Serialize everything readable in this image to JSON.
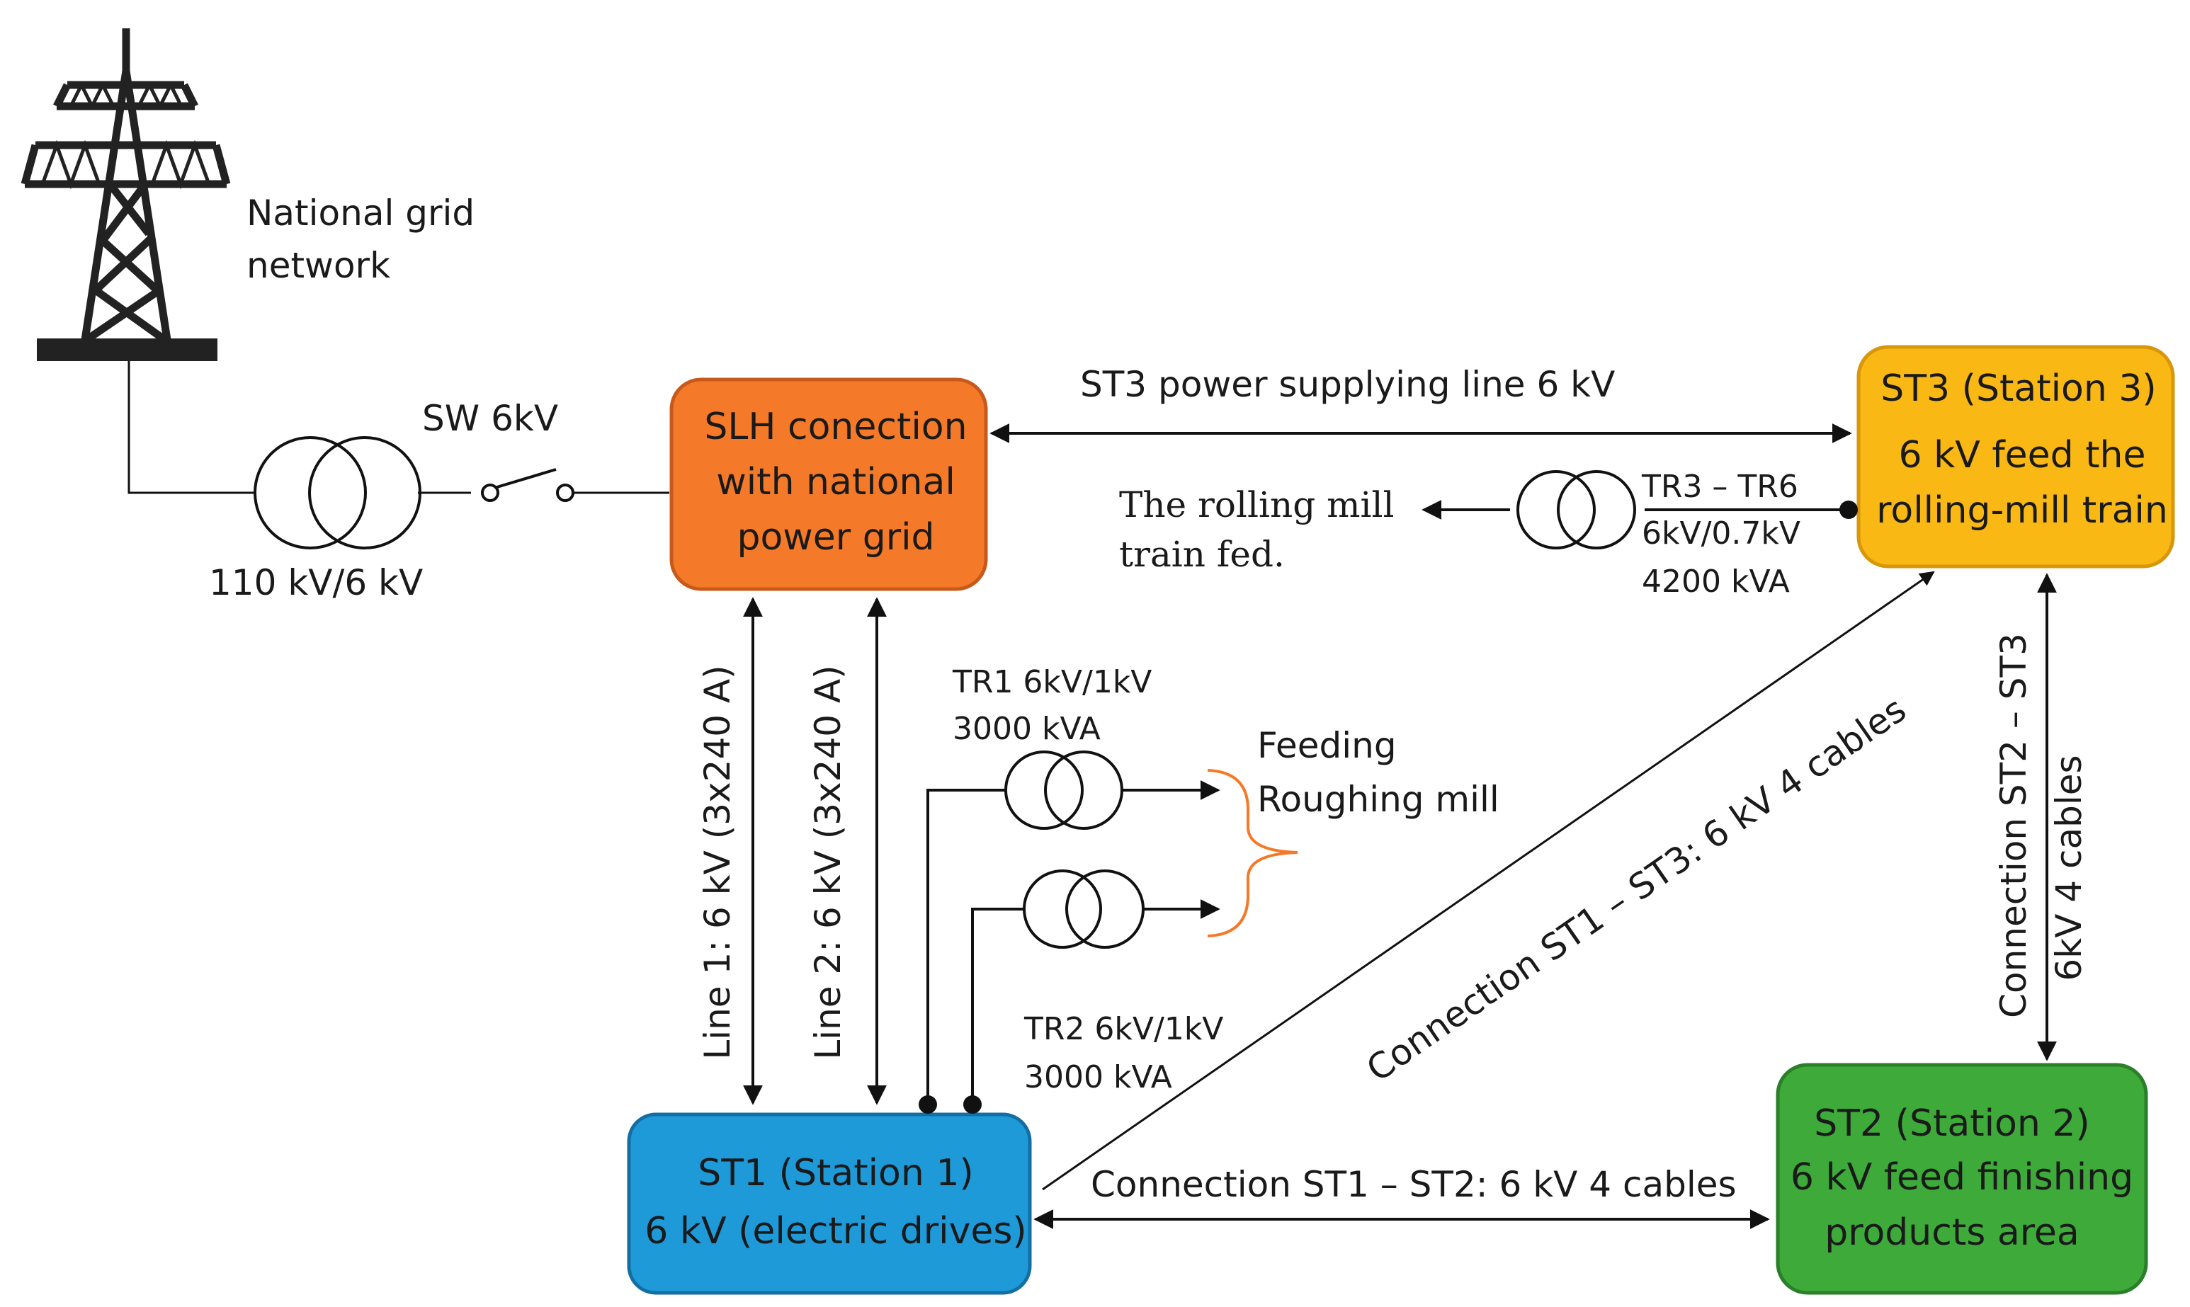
{
  "colors": {
    "slh_box": "#F47A2A",
    "st1_box": "#1E9AD9",
    "st2_box": "#3DAA3A",
    "st3_box": "#F9B814",
    "brace": "#F47A2A",
    "line": "#111111"
  },
  "icons": [
    "transmission-tower-icon",
    "transformer-icon",
    "switch-icon",
    "brace-icon"
  ],
  "grid": {
    "label_line1": "National grid",
    "label_line2": "network",
    "transformer_label": "110 kV/6 kV",
    "switch_label": "SW 6kV"
  },
  "boxes": {
    "slh": {
      "line1": "SLH conection",
      "line2": "with national",
      "line3": "power grid"
    },
    "st1": {
      "line1": "ST1 (Station 1)",
      "line2": "6 kV (electric drives)"
    },
    "st2": {
      "line1": "ST2 (Station 2)",
      "line2": "6 kV feed finishing",
      "line3": "products area"
    },
    "st3": {
      "line1": "ST3 (Station 3)",
      "line2": "6 kV feed the",
      "line3": "rolling-mill train"
    }
  },
  "links": {
    "st3_supply": "ST3 power supplying line 6 kV",
    "line1": "Line 1: 6 kV (3x240 A)",
    "line2": "Line 2: 6 kV (3x240 A)",
    "st1_st2": "Connection ST1 – ST2: 6 kV 4 cables",
    "st1_st3": "Connection ST1 – ST3: 6 kV 4 cables",
    "st2_st3_line1": "Connection ST2 – ST3",
    "st2_st3_line2": "6kV 4 cables"
  },
  "transformers": {
    "tr3_tr6": {
      "line1": "TR3 – TR6",
      "line2": "6kV/0.7kV",
      "line3": "4200 kVA"
    },
    "tr1": {
      "line1": "TR1 6kV/1kV",
      "line2": "3000 kVA"
    },
    "tr2": {
      "line1": "TR2 6kV/1kV",
      "line2": "3000 kVA"
    }
  },
  "outputs": {
    "rolling_mill_line1": "The rolling mill",
    "rolling_mill_line2": "train fed.",
    "feeding_line1": "Feeding",
    "feeding_line2": "Roughing mill"
  }
}
